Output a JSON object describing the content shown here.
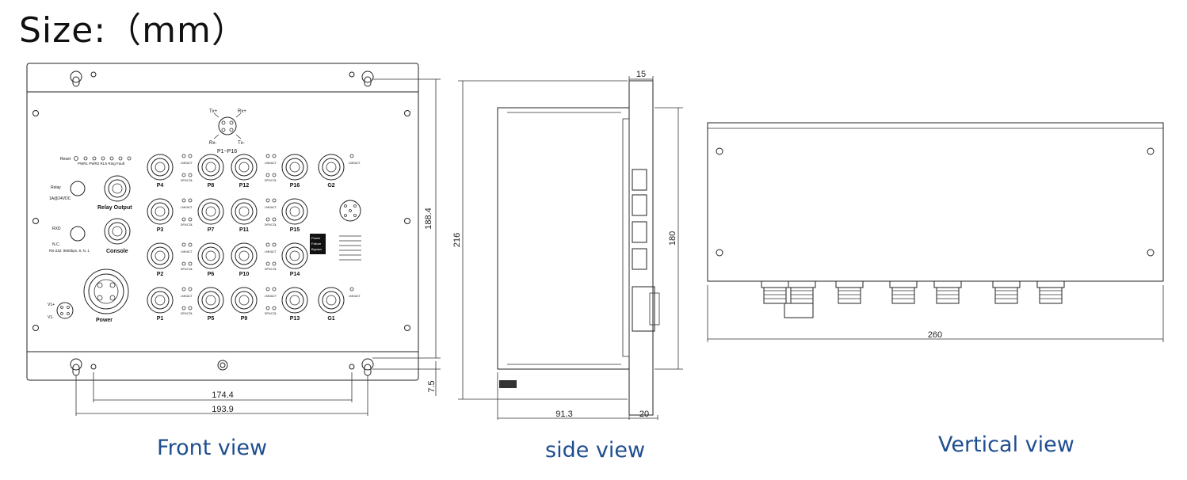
{
  "title": "Size:（mm）",
  "captions": {
    "front": "Front view",
    "side": "side view",
    "vertical": "Vertical view"
  },
  "dimensions": {
    "front_height": "188.4",
    "front_margin": "7.5",
    "front_width_inner": "174.4",
    "front_width_outer": "193.9",
    "side_height": "216",
    "side_inner_height": "180",
    "side_top": "15",
    "side_depth": "91.3",
    "side_flange": "20",
    "vertical_width": "260"
  },
  "front_labels": {
    "top_connector": "P1~P16",
    "top_pins": [
      "Tx+",
      "Rx+",
      "Rx-",
      "Tx-"
    ],
    "leds_top": "Reset",
    "led_row": "PWR1  PWR2  RLS  Ring Fault",
    "relay": "Relay Output",
    "console": "Console",
    "power": "Power",
    "rs232": "RS-232: 9600bps, 8, N, 1",
    "relay_spec": "1A@24VDC",
    "ports_col1": [
      "P4",
      "P3",
      "P2",
      "P1"
    ],
    "ports_col2": [
      "P8",
      "P7",
      "P6",
      "P5"
    ],
    "ports_col3": [
      "P12",
      "P11",
      "P10",
      "P9"
    ],
    "ports_col4": [
      "P16",
      "P15",
      "P14",
      "P13"
    ],
    "gig_ports": [
      "G2",
      "G1"
    ],
    "led_link": "LNK/ACT",
    "led_dpx": "DPX/COL",
    "power_badge": [
      "Power",
      "Failure",
      "Bypass"
    ]
  }
}
